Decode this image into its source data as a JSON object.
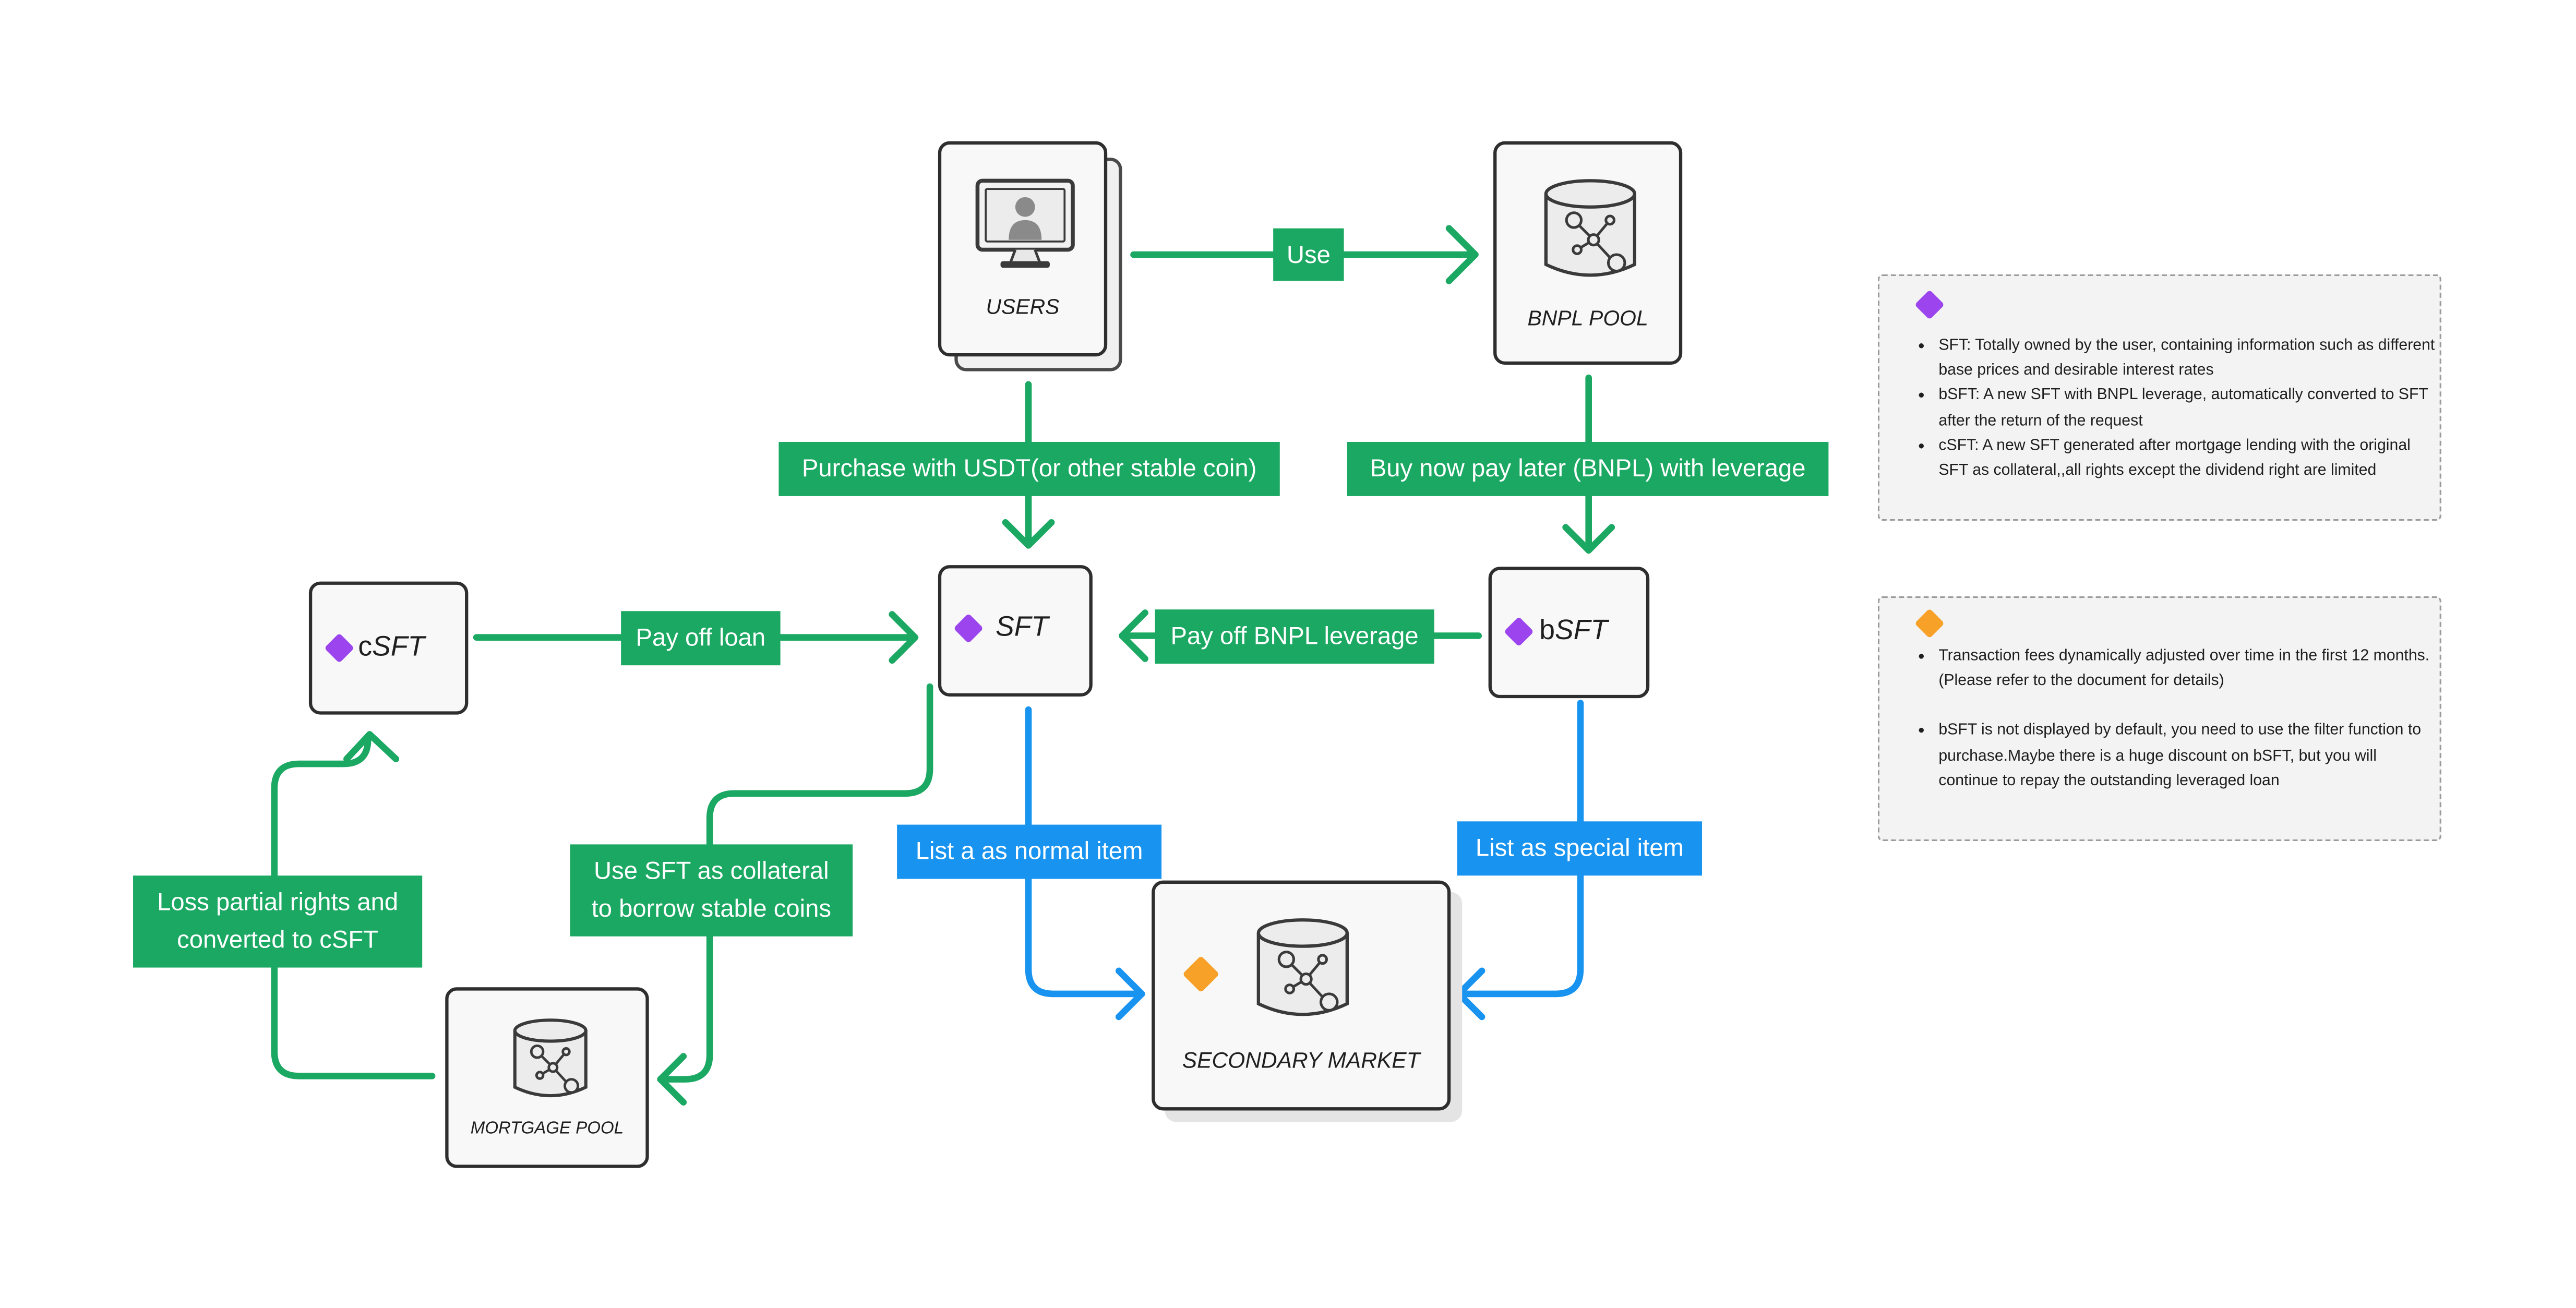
{
  "nodes": {
    "users": "USERS",
    "bnpl_pool": "BNPL POOL",
    "sft": "SFT",
    "bsft_prefix": "b",
    "bsft_main": "SFT",
    "csft_prefix": "c",
    "csft_main": "SFT",
    "mortgage_pool": "MORTGAGE POOL",
    "secondary_market": "SECONDARY MARKET"
  },
  "labels": {
    "use": "Use",
    "purchase": "Purchase with USDT(or other stable coin)",
    "bnpl": "Buy now pay later (BNPL) with leverage",
    "pay_off_bnpl": "Pay off BNPL leverage",
    "pay_off_loan": "Pay off loan",
    "collateral_line1": "Use SFT as collateral",
    "collateral_line2": "to borrow stable coins",
    "loss_line1": "Loss partial rights and",
    "loss_line2": "converted to cSFT",
    "list_normal": "List a as normal item",
    "list_special": "List as special item"
  },
  "legend_purple": {
    "icon": "purple-diamond",
    "items": [
      "SFT: Totally owned by the user, containing information such as different base prices and desirable interest rates",
      "bSFT: A new SFT with BNPL leverage, automatically converted to SFT after the return of the request",
      "cSFT: A new SFT generated after mortgage lending with the original SFT as collateral,,all rights except the dividend right are limited"
    ]
  },
  "legend_orange": {
    "icon": "orange-diamond",
    "items": [
      "Transaction fees dynamically adjusted over time in the first 12 months.(Please refer to the document for details)",
      "bSFT is not displayed by default, you need to use the filter function to purchase.Maybe there is a huge discount on bSFT, but you will  continue to repay the outstanding leveraged loan"
    ]
  },
  "colors": {
    "green": "#1ba862",
    "blue": "#1893ef",
    "purple": "#9c45ee",
    "orange": "#f7a128",
    "border": "#2e2e2e"
  },
  "icons": [
    "user-monitor-icon",
    "database-network-icon"
  ]
}
